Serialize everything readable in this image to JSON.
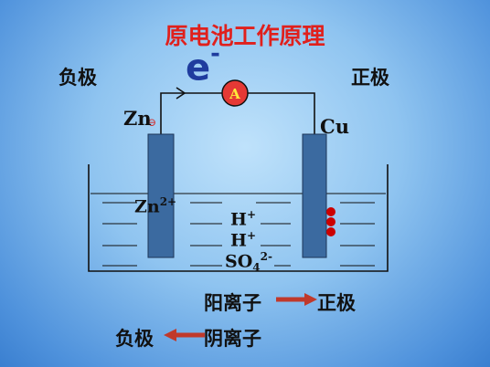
{
  "title": "原电池工作原理",
  "negative_label": "负极",
  "positive_label": "正极",
  "electron": {
    "symbol": "e",
    "charge": "-"
  },
  "ammeter": "A",
  "zn": {
    "label": "Zn",
    "sign": "⊖"
  },
  "cu": {
    "label": "Cu"
  },
  "ions": {
    "zn_ion": {
      "symbol": "Zn",
      "charge": "2+"
    },
    "h1": {
      "symbol": "H",
      "charge": "+"
    },
    "h2": {
      "symbol": "H",
      "charge": "+"
    },
    "sulfate": {
      "symbol": "SO",
      "sub": "4",
      "charge": "2-"
    }
  },
  "cation_line": {
    "ion": "阳离子",
    "electrode": "正极"
  },
  "anion_line": {
    "electrode": "负极",
    "ion": "阴离子"
  },
  "colors": {
    "title": "#e0201c",
    "electrode": "#3b6aa0",
    "arrow": "#c0392b",
    "ammeter_fill": "#e53935",
    "bubble": "#cc0000"
  }
}
